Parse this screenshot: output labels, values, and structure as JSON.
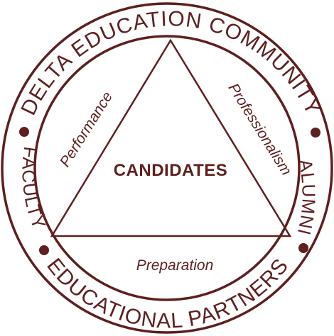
{
  "seal": {
    "top_arc": "DELTA EDUCATION COMMUNITY",
    "bottom_arc": "EDUCATIONAL PARTNERS",
    "left_arc": "FACULTY",
    "right_arc": "ALUMNI",
    "triangle_left": "Performance",
    "triangle_right": "Professionalism",
    "triangle_bottom": "Preparation",
    "center": "CANDIDATES"
  },
  "colors": {
    "ink": "#5e1f1f",
    "background": "#ffffff"
  }
}
